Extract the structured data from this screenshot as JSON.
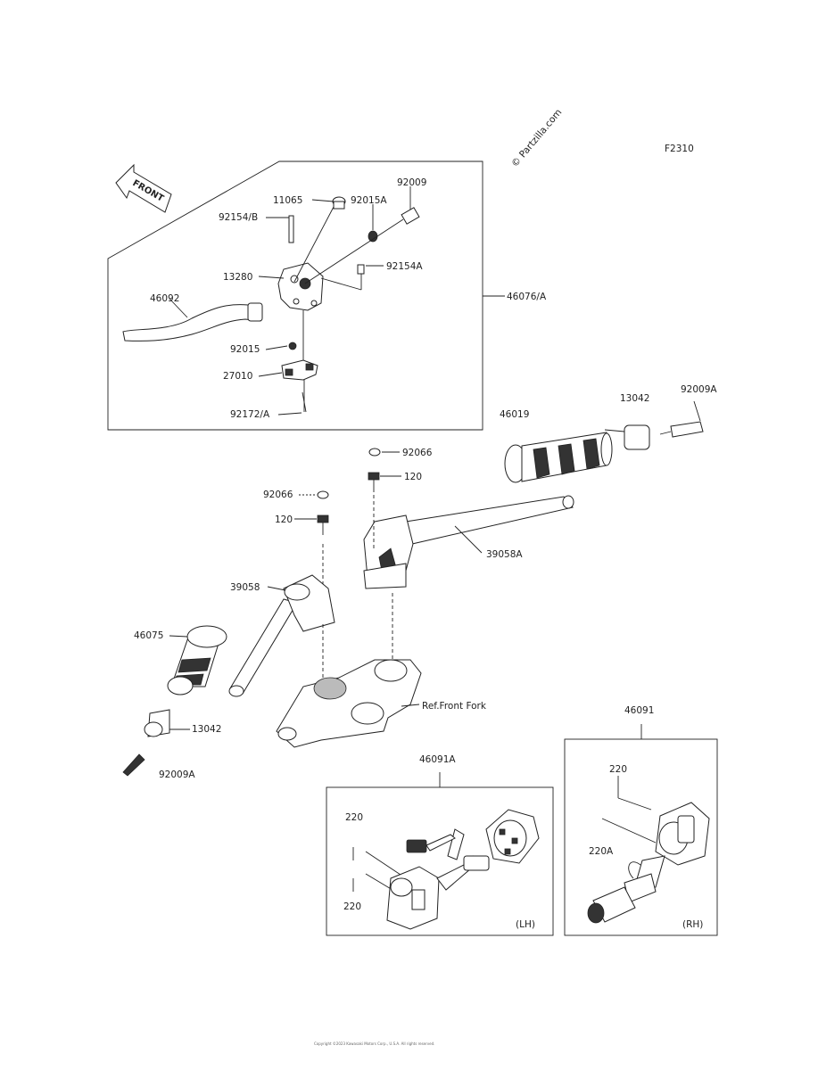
{
  "header": {
    "watermark": "© Partzilla.com",
    "figure_code": "F2310",
    "front_label": "FRONT"
  },
  "labels": {
    "l11065": "11065",
    "l92009": "92009",
    "l92015A": "92015A",
    "l92154B": "92154/B",
    "l92154A": "92154A",
    "l13280": "13280",
    "l46092": "46092",
    "l46076A": "46076/A",
    "l92015": "92015",
    "l27010": "27010",
    "l92172A": "92172/A",
    "l46019": "46019",
    "l13042a": "13042",
    "l92009Aa": "92009A",
    "l92066a": "92066",
    "l120a": "120",
    "l92066b": "92066",
    "l120b": "120",
    "l39058A": "39058A",
    "l39058": "39058",
    "l46075": "46075",
    "l13042b": "13042",
    "l92009Ab": "92009A",
    "lRefFork": "Ref.Front Fork",
    "l46091": "46091",
    "l46091A": "46091A",
    "l220a": "220",
    "l220b": "220",
    "l220c": "220",
    "l220A": "220A",
    "lLH": "(LH)",
    "lRH": "(RH)"
  },
  "footer": {
    "copyright": "Copyright ©2023 Kawasaki Motors Corp., U.S.A. All rights reserved."
  }
}
